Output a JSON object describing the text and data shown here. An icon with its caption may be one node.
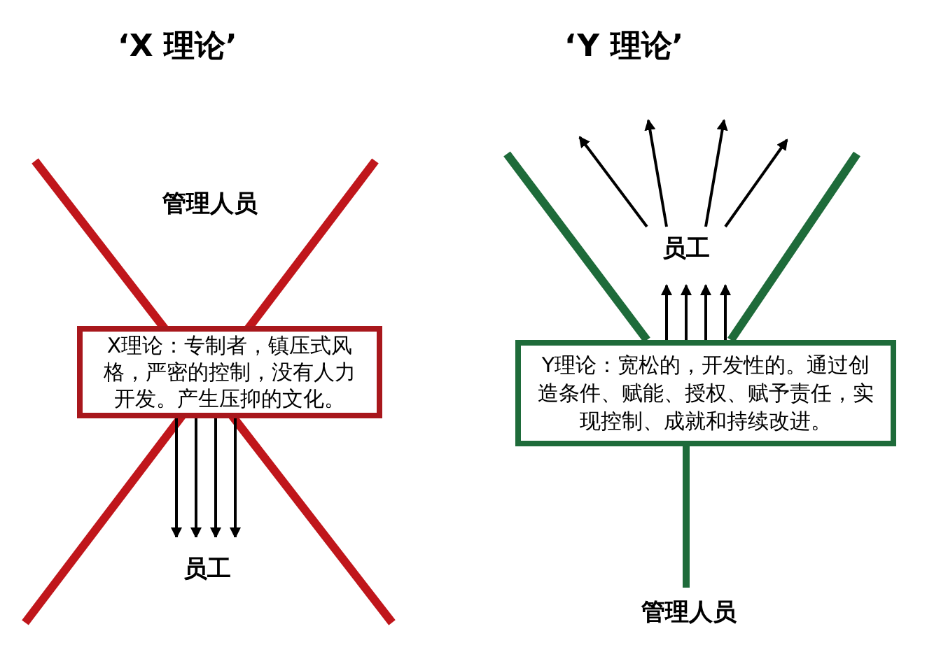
{
  "diagram": {
    "nodes": [
      {
        "text": [
          "管理人员"
        ]
      },
      {
        "text": [
          "X理论：专制者，镇压式风格，严密的控制，没有人力开发。产生压抑的文化。"
        ]
      },
      {
        "text": [
          "员工"
        ]
      },
      {
        "text": [
          "员工"
        ]
      },
      {
        "text": [
          "Y理论：宽松的，开发性的。通过创造条件、赋能、授权、赋予责任，实现控制、成就和持续改进。"
        ]
      },
      {
        "text": [
          "管理人员"
        ]
      }
    ],
    "edges": [
      {
        "from": 1,
        "to": 2,
        "arrow": "to"
      },
      {
        "from": 1,
        "to": 2,
        "arrow": "to"
      },
      {
        "from": 1,
        "to": 2,
        "arrow": "to"
      },
      {
        "from": 1,
        "to": 2,
        "arrow": "to"
      },
      {
        "from": 4,
        "to": 3,
        "arrow": "to"
      },
      {
        "from": 4,
        "to": 3,
        "arrow": "to"
      },
      {
        "from": 4,
        "to": 3,
        "arrow": "to"
      },
      {
        "from": 4,
        "to": 3,
        "arrow": "to"
      },
      {
        "from": 3,
        "to": null,
        "arrow": "to"
      },
      {
        "from": 3,
        "to": null,
        "arrow": "to"
      },
      {
        "from": 3,
        "to": null,
        "arrow": "to"
      },
      {
        "from": 3,
        "to": null,
        "arrow": "to"
      },
      {
        "from": 4,
        "to": 5,
        "arrow": "none",
        "style": "thick",
        "color": "#1e6b3a"
      }
    ],
    "labels": [
      "‘X 理论’",
      "‘Y 理论’"
    ]
  }
}
